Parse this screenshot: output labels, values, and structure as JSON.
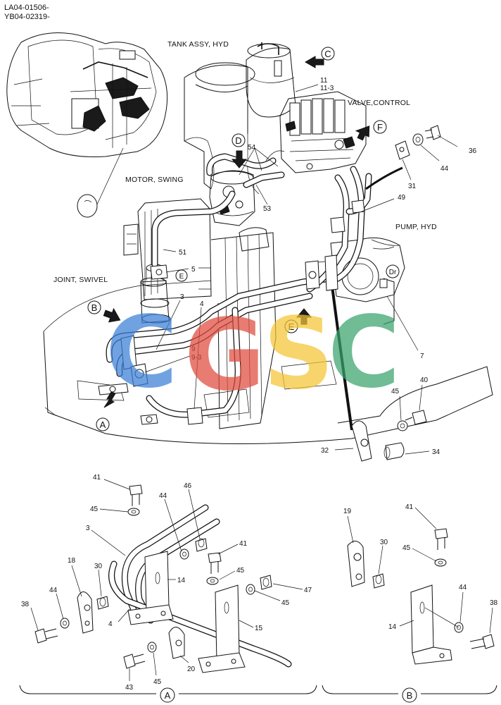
{
  "header": {
    "code_1": "LA04-01506-",
    "code_2": "YB04-02319-"
  },
  "captions": {
    "tank": "TANK ASSY, HYD",
    "valve": "VALVE,CONTROL",
    "motor": "MOTOR, SWING",
    "pump": "PUMP, HYD",
    "joint": "JOINT, SWIVEL"
  },
  "views": {
    "a": "A",
    "b": "B",
    "c": "C",
    "d": "D",
    "e": "E",
    "f": "F"
  },
  "markers": {
    "e_small": "E",
    "dr": "Dr"
  },
  "part_numbers": {
    "p11": "11",
    "p11_3": "11-3",
    "p54": "54",
    "p53": "53",
    "p36": "36",
    "p44_top": "44",
    "p31": "31",
    "p49": "49",
    "p51": "51",
    "p5": "5",
    "p3": "3",
    "p4": "4",
    "p9": "9",
    "p9_3": "9-3",
    "p7": "7",
    "p45_r": "45",
    "p40": "40",
    "p32": "32",
    "p34": "34",
    "a41": "41",
    "a45": "45",
    "a44": "44",
    "a46": "46",
    "a3": "3",
    "a18": "18",
    "a30": "30",
    "a14": "14",
    "a41b": "41",
    "a45b": "45",
    "a47": "47",
    "a45c": "45",
    "a44b": "44",
    "a38": "38",
    "a4": "4",
    "a15": "15",
    "a20": "20",
    "a43": "43",
    "a45d": "45",
    "b19": "19",
    "b41": "41",
    "b30": "30",
    "b45": "45",
    "b44": "44",
    "b14": "14",
    "b38": "38"
  },
  "watermark": {
    "letters": [
      "C",
      "G",
      "S",
      "C"
    ],
    "colors": [
      "#3a7fd6",
      "#e04b3c",
      "#f4c534",
      "#3aa36b"
    ]
  }
}
